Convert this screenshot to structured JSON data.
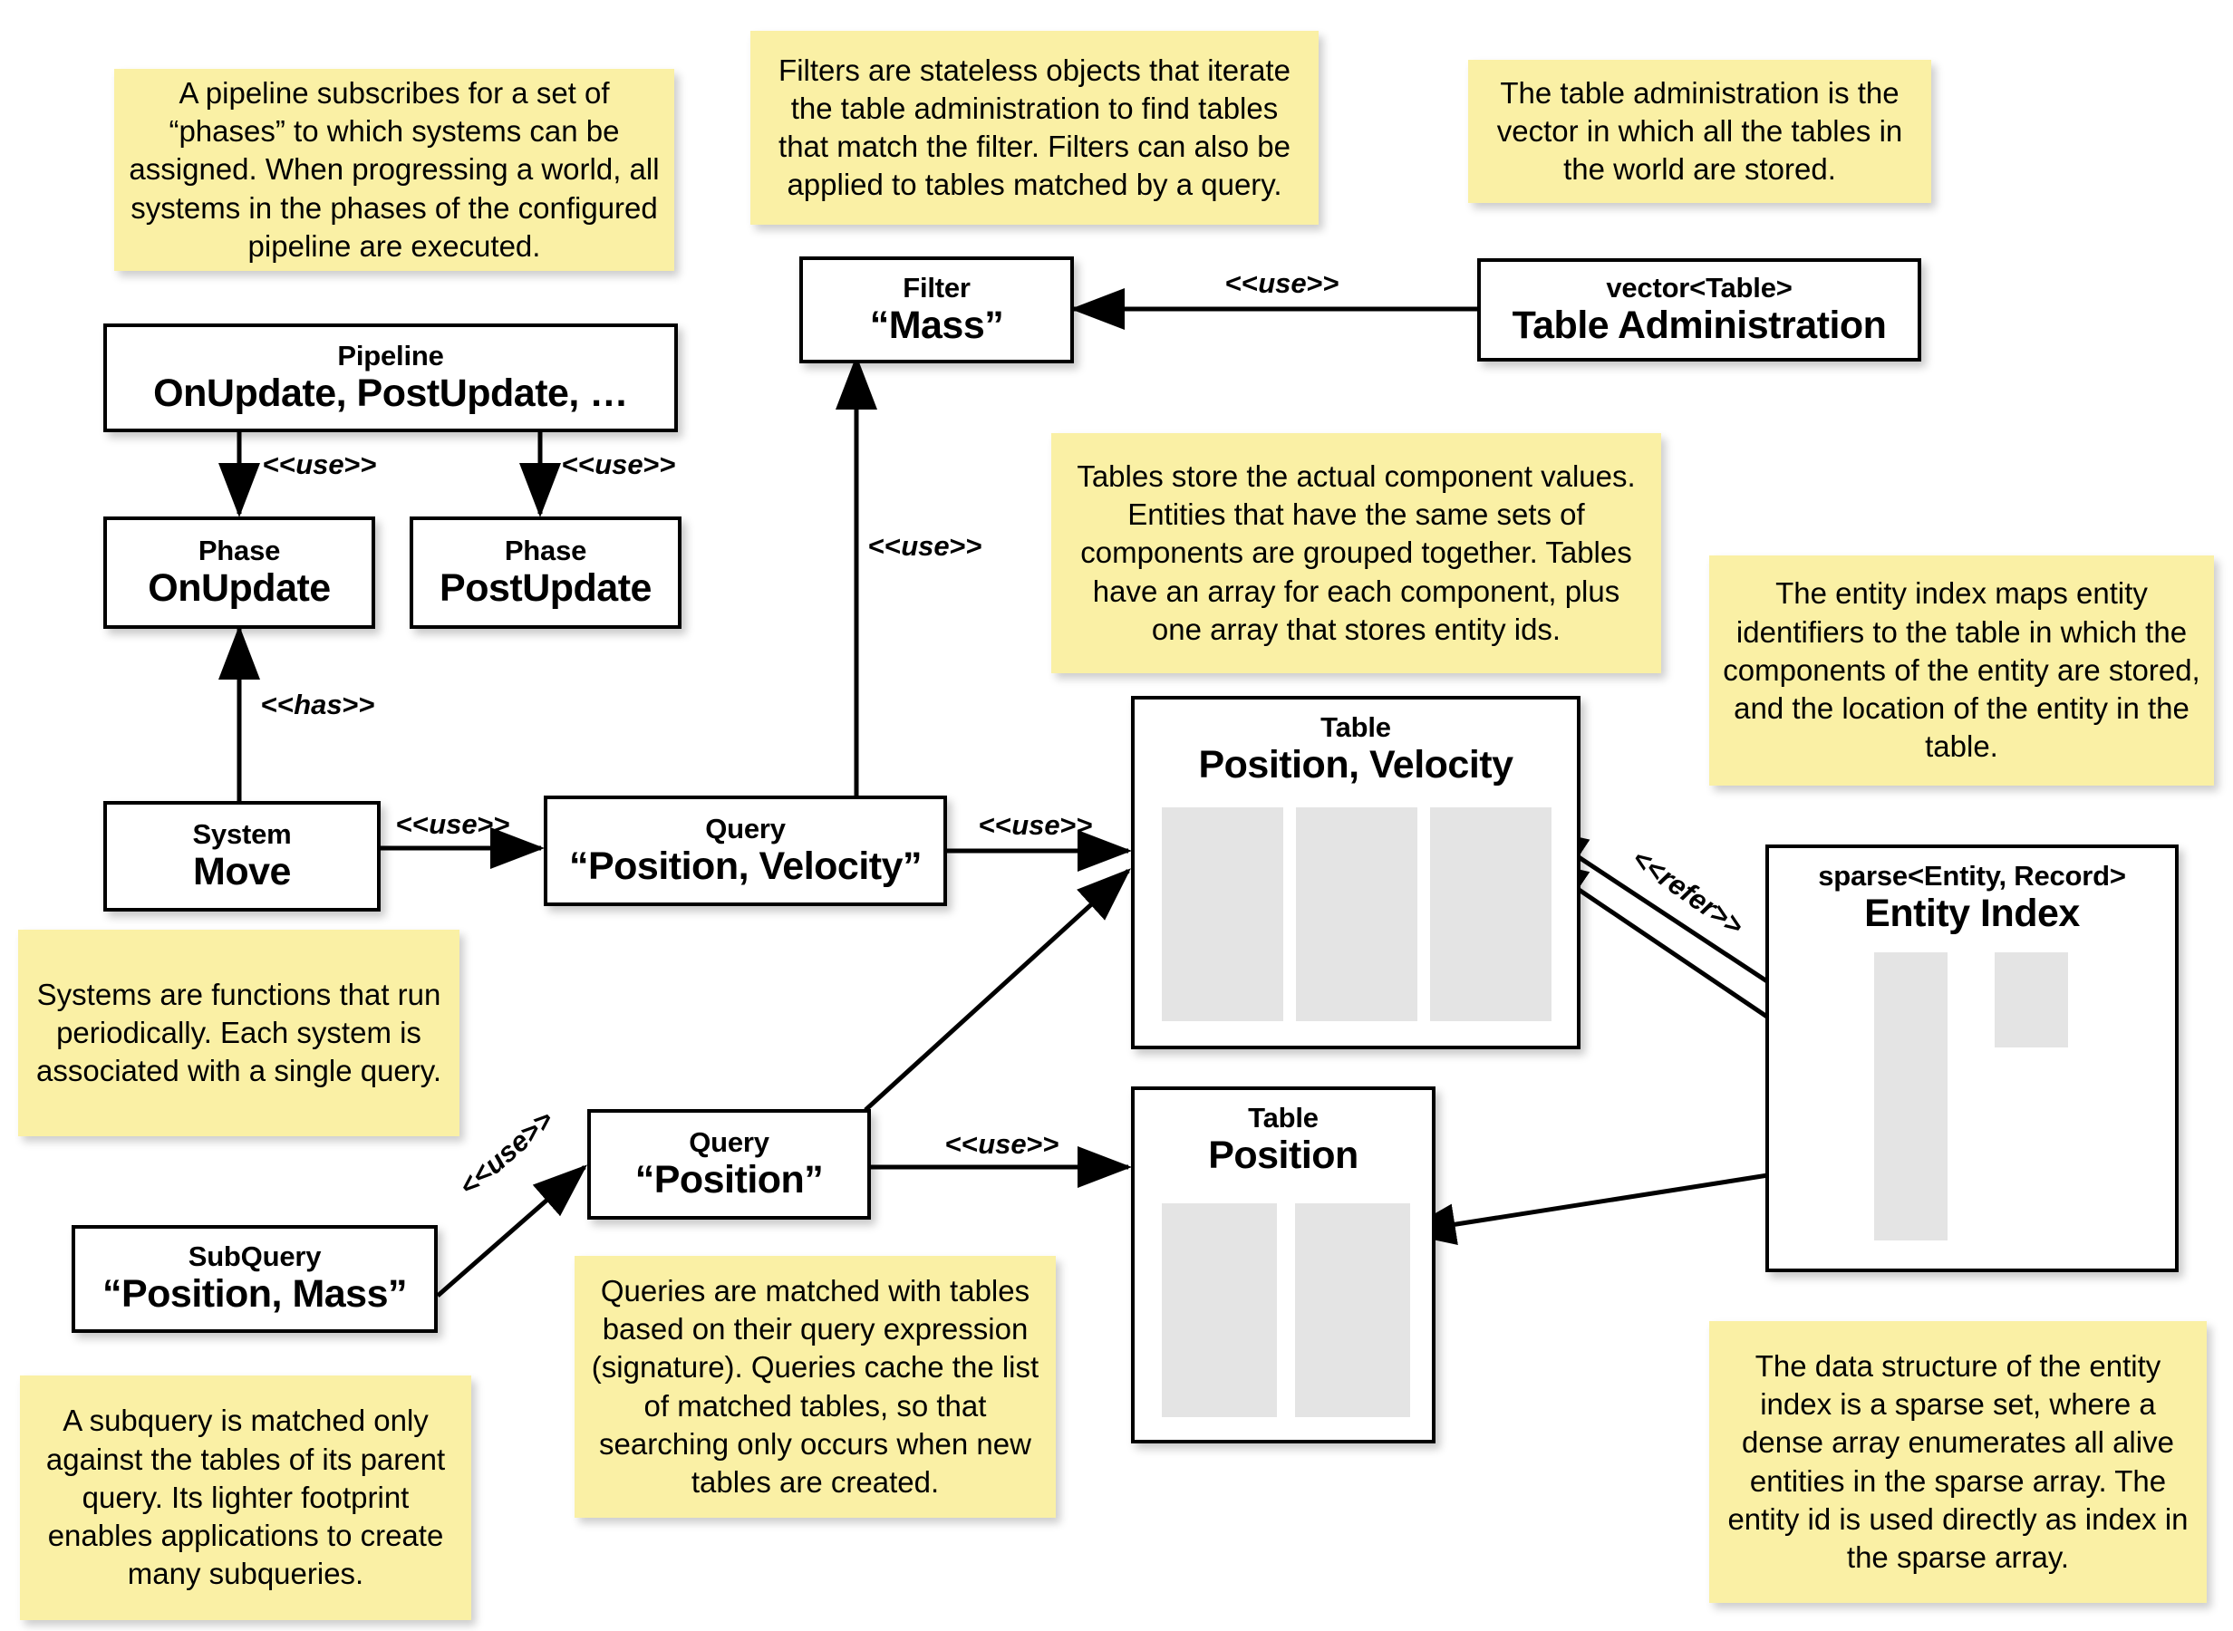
{
  "diagram": {
    "title": "Flecs ECS architecture diagram",
    "colors": {
      "note_bg": "#faf0a5",
      "box_bg": "#ffffff",
      "box_border": "#000000",
      "column_fill": "#e4e4e4",
      "page_bg": "#ffffff"
    }
  },
  "notes": [
    {
      "id": "note-pipeline",
      "text": "A pipeline subscribes for a set of “phases” to which systems can be assigned. When progressing a world, all systems in the phases of the configured pipeline are executed."
    },
    {
      "id": "note-filters",
      "text": "Filters are stateless objects that iterate the table administration to find tables that match the filter. Filters can also be applied to tables matched by a query."
    },
    {
      "id": "note-table-administration",
      "text": "The table administration is the vector in which all the tables in the world are stored."
    },
    {
      "id": "note-tables",
      "text": "Tables store the actual component values. Entities that have the same sets of components are grouped together. Tables have an array for each component, plus one array that stores entity ids."
    },
    {
      "id": "note-entity-index",
      "text": "The entity index maps entity identifiers to the table in which the components of the entity are stored, and the location of the entity in the table."
    },
    {
      "id": "note-systems",
      "text": "Systems are functions that run periodically. Each system is associated with a single query."
    },
    {
      "id": "note-queries",
      "text": "Queries are matched with tables based on their query expression (signature). Queries cache the list of matched tables, so that searching only occurs when new tables are created."
    },
    {
      "id": "note-subquery",
      "text": "A subquery is matched only against the tables of its parent query. Its lighter footprint enables applications to create many subqueries."
    },
    {
      "id": "note-sparse-set",
      "text": "The data structure of the entity index is a sparse set, where a dense array enumerates all alive entities in the sparse array. The entity id is used directly as index in the sparse array."
    }
  ],
  "boxes": [
    {
      "id": "box-pipeline",
      "stereotype": "Pipeline",
      "title": "OnUpdate, PostUpdate, …"
    },
    {
      "id": "box-phase-onupdate",
      "stereotype": "Phase",
      "title": "OnUpdate"
    },
    {
      "id": "box-phase-postupdate",
      "stereotype": "Phase",
      "title": "PostUpdate"
    },
    {
      "id": "box-system-move",
      "stereotype": "System",
      "title": "Move"
    },
    {
      "id": "box-query-position-velocity",
      "stereotype": "Query",
      "title": "“Position, Velocity”"
    },
    {
      "id": "box-filter-mass",
      "stereotype": "Filter",
      "title": "“Mass”"
    },
    {
      "id": "box-table-administration",
      "stereotype": "vector<Table>",
      "title": "Table Administration"
    },
    {
      "id": "box-table-position-velocity",
      "stereotype": "Table",
      "title": "Position, Velocity"
    },
    {
      "id": "box-entity-index",
      "stereotype": "sparse<Entity, Record>",
      "title": "Entity Index"
    },
    {
      "id": "box-query-position",
      "stereotype": "Query",
      "title": "“Position”"
    },
    {
      "id": "box-subquery-position-mass",
      "stereotype": "SubQuery",
      "title": "“Position, Mass”"
    },
    {
      "id": "box-table-position",
      "stereotype": "Table",
      "title": "Position"
    }
  ],
  "edge_labels": {
    "pipeline_to_onupdate": "<<use>>",
    "pipeline_to_postupdate": "<<use>>",
    "system_to_phase": "<<has>>",
    "system_to_query": "<<use>>",
    "query_to_filter": "<<use>>",
    "tableadmin_to_filter": "<<use>>",
    "query_to_table": "<<use>>",
    "entityindex_to_table": "<<refer>>",
    "subquery_to_query": "<<use>>",
    "queryposition_to_table": "<<use>>"
  }
}
